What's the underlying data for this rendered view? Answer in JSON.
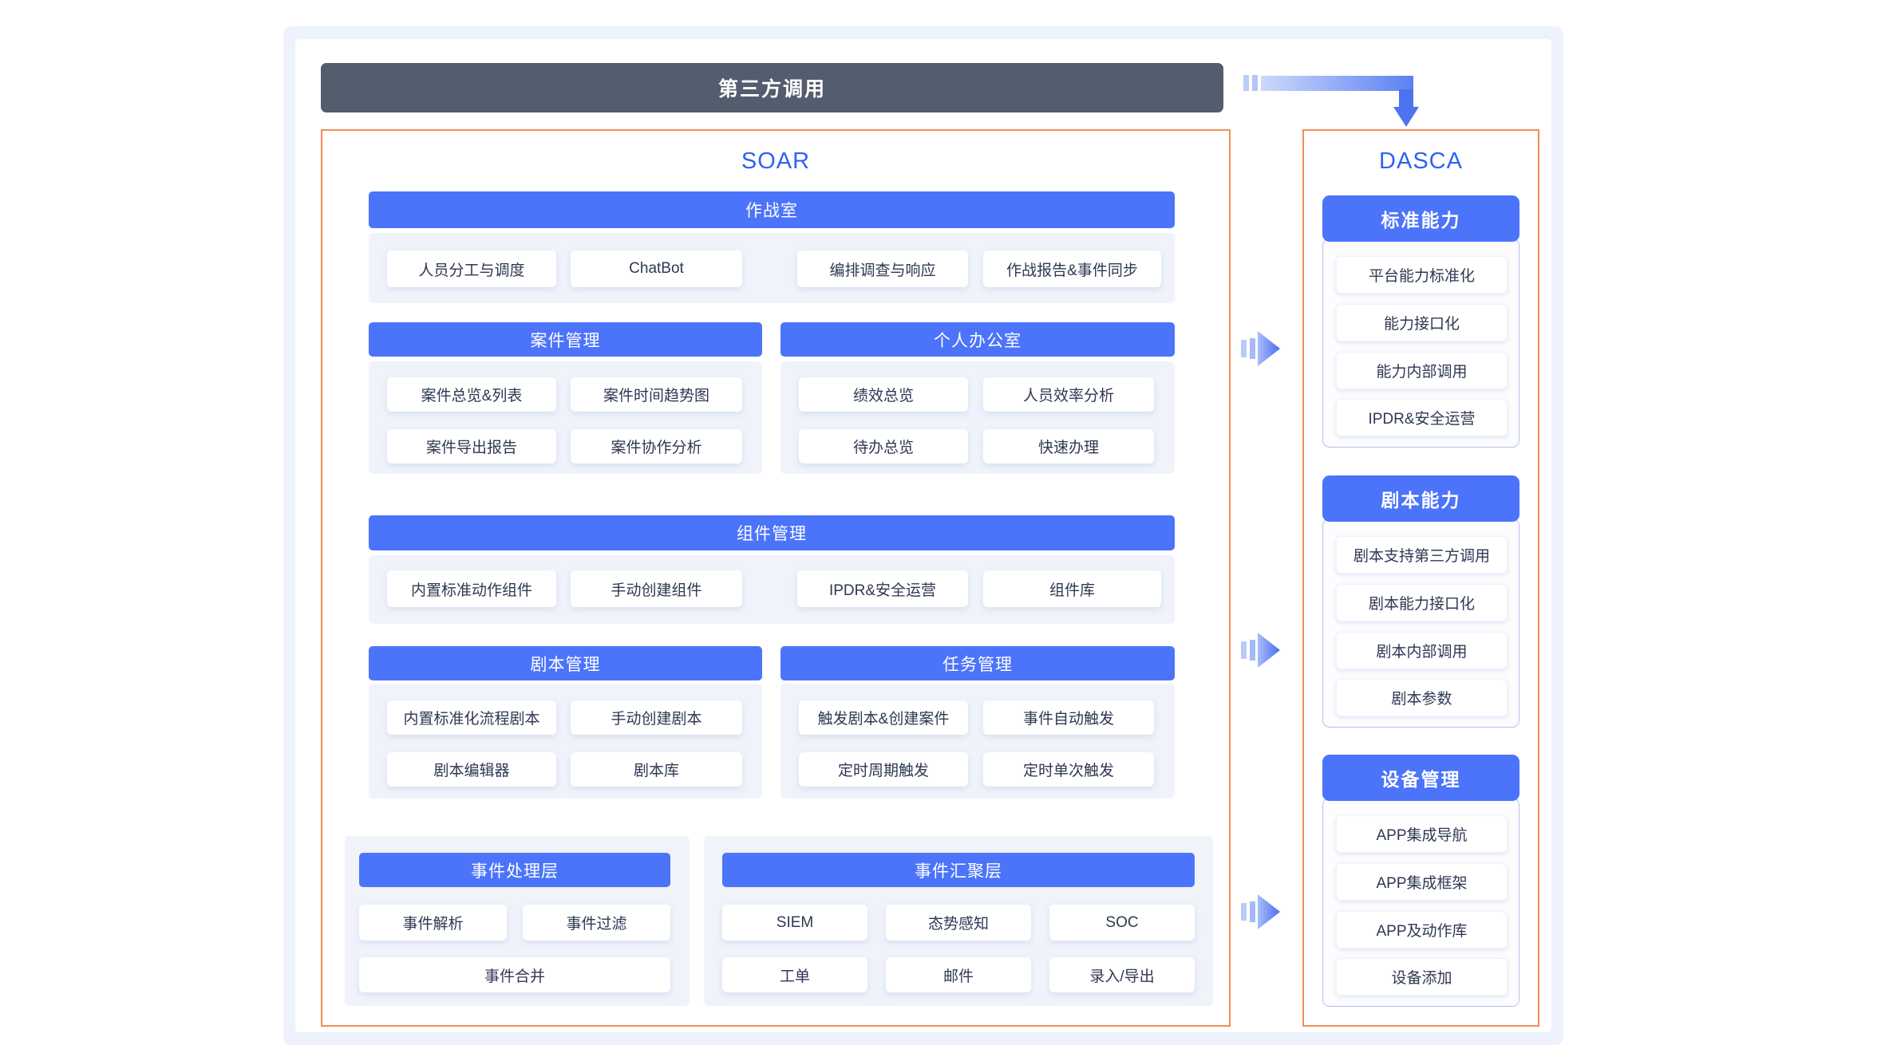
{
  "top_bar": {
    "label": "第三方调用"
  },
  "soar": {
    "title": "SOAR",
    "war_room": {
      "header": "作战室",
      "items": [
        "人员分工与调度",
        "ChatBot",
        "编排调查与响应",
        "作战报告&事件同步"
      ]
    },
    "case_mgmt": {
      "header": "案件管理",
      "items": [
        "案件总览&列表",
        "案件时间趋势图",
        "案件导出报告",
        "案件协作分析"
      ]
    },
    "personal_office": {
      "header": "个人办公室",
      "items": [
        "绩效总览",
        "人员效率分析",
        "待办总览",
        "快速办理"
      ]
    },
    "component_mgmt": {
      "header": "组件管理",
      "items": [
        "内置标准动作组件",
        "手动创建组件",
        "IPDR&安全运营",
        "组件库"
      ]
    },
    "playbook_mgmt": {
      "header": "剧本管理",
      "items": [
        "内置标准化流程剧本",
        "手动创建剧本",
        "剧本编辑器",
        "剧本库"
      ]
    },
    "task_mgmt": {
      "header": "任务管理",
      "items": [
        "触发剧本&创建案件",
        "事件自动触发",
        "定时周期触发",
        "定时单次触发"
      ]
    },
    "event_processing": {
      "header": "事件处理层",
      "items": [
        "事件解析",
        "事件过滤",
        "事件合并"
      ]
    },
    "event_aggregation": {
      "header": "事件汇聚层",
      "items": [
        "SIEM",
        "态势感知",
        "SOC",
        "工单",
        "邮件",
        "录入/导出"
      ]
    }
  },
  "dasca": {
    "title": "DASCA",
    "groups": [
      {
        "header": "标准能力",
        "items": [
          "平台能力标准化",
          "能力接口化",
          "能力内部调用",
          "IPDR&安全运营"
        ]
      },
      {
        "header": "剧本能力",
        "items": [
          "剧本支持第三方调用",
          "剧本能力接口化",
          "剧本内部调用",
          "剧本参数"
        ]
      },
      {
        "header": "设备管理",
        "items": [
          "APP集成导航",
          "APP集成框架",
          "APP及动作库",
          "设备添加"
        ]
      }
    ]
  },
  "colors": {
    "header_blue": "#4c74fa",
    "dark_bar": "#535d6e",
    "orange_border": "#ef8f56",
    "panel_bg": "#f0f3fa",
    "frame_bg": "#edf2fc",
    "title_blue": "#2f62f1",
    "button_text": "#2e3852",
    "arrow_blue": "#4e73f0",
    "arrow_light": "#ccd9fb",
    "container_border": "#b3bfef"
  }
}
